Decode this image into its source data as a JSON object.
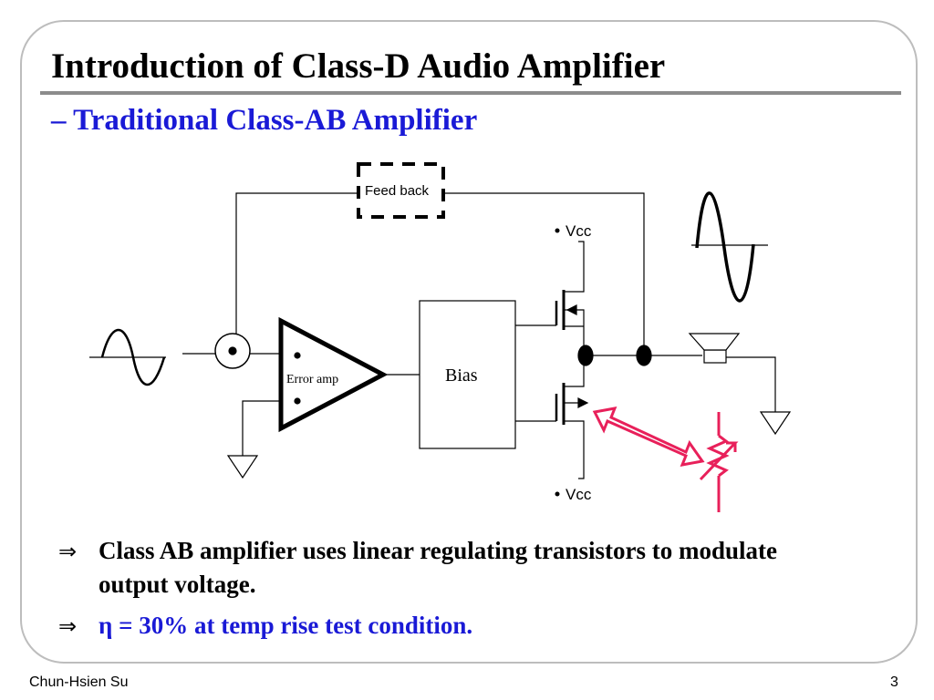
{
  "slide": {
    "title": "Introduction of Class-D Audio Amplifier",
    "subtitle": "– Traditional Class-AB Amplifier",
    "footer_author": "Chun-Hsien Su",
    "page_number": "3"
  },
  "diagram": {
    "feedback_label": "Feed back",
    "vcc_top_label": "Vcc",
    "vcc_bottom_label": "Vcc",
    "error_amp_label": "Error amp",
    "bias_label": "Bias",
    "accent_color": "#e8205a"
  },
  "bullets": [
    {
      "arrow": "⇒",
      "text": "Class AB amplifier uses linear regulating transistors to modulate output voltage."
    },
    {
      "arrow": "⇒",
      "text": "η = 30% at temp rise test condition."
    }
  ],
  "colors": {
    "title": "#000000",
    "subtitle": "#1a1ad6",
    "highlight_bullet": "#1a1ad6",
    "frame": "#bdbdbd"
  }
}
